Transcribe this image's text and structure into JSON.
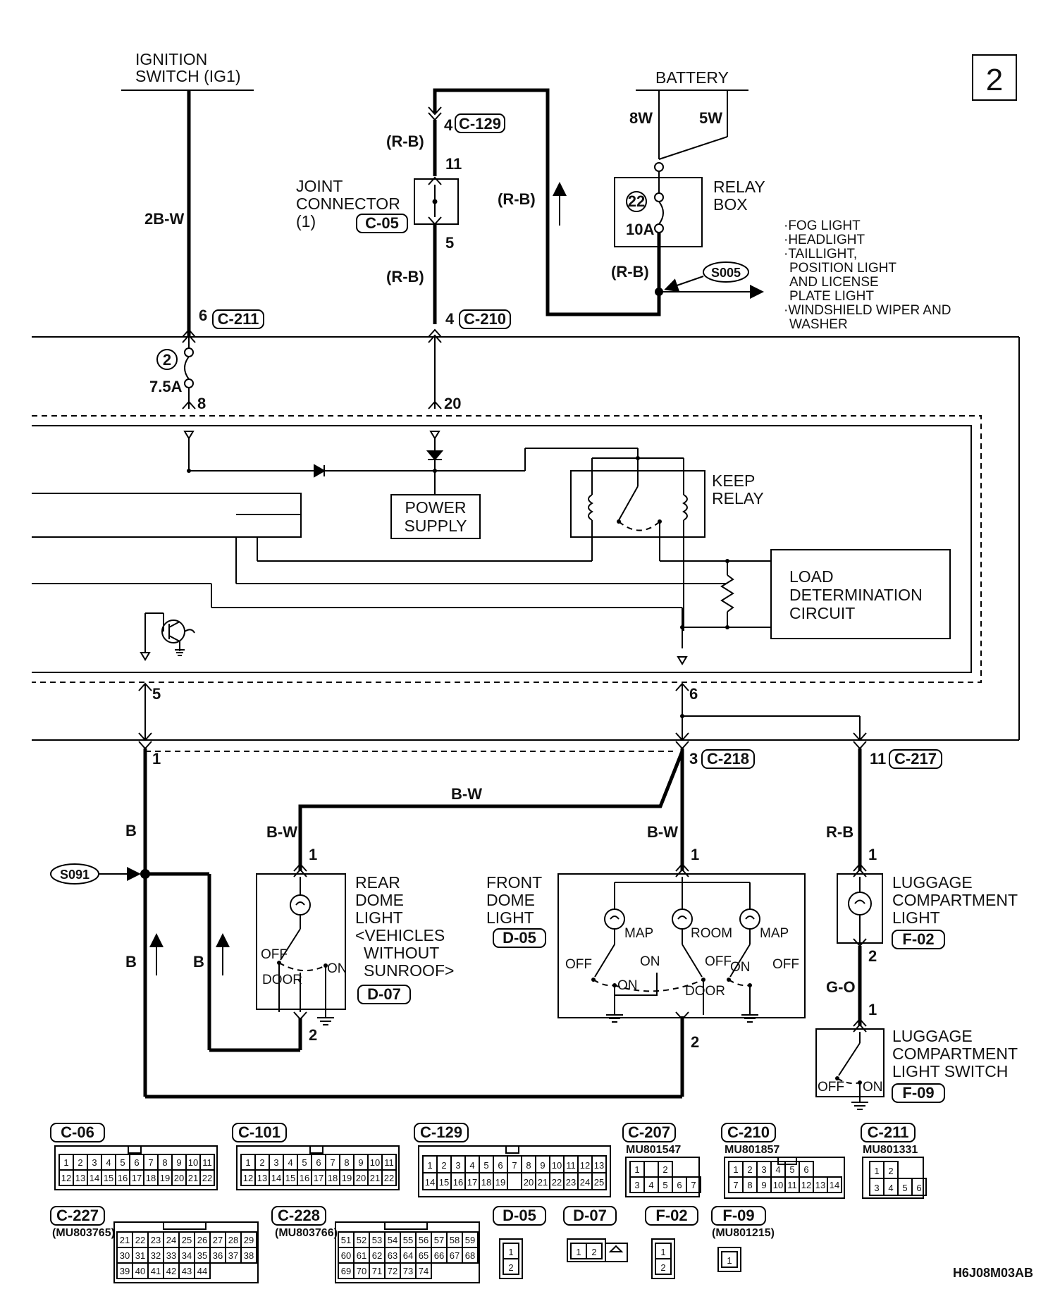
{
  "page_number": "2",
  "footer_code": "H6J08M03AB",
  "ignition": {
    "line1": "IGNITION",
    "line2": "SWITCH (IG1)",
    "wire": "2B-W"
  },
  "battery": {
    "label": "BATTERY",
    "wire_left": "8W",
    "wire_right": "5W"
  },
  "relay_box": {
    "line1": "RELAY",
    "line2": "BOX",
    "fuse_no": "22",
    "fuse_rating": "10A"
  },
  "joint_connector": {
    "line1": "JOINT",
    "line2": "CONNECTOR",
    "line3": "(1)",
    "code": "C-05"
  },
  "splices": {
    "s005": "S005",
    "s091": "S091"
  },
  "outputs": {
    "item1": "·FOG LIGHT",
    "item2": "·HEADLIGHT",
    "item3a": "·TAILLIGHT,",
    "item3b": "POSITION LIGHT",
    "item3c": "AND LICENSE",
    "item3d": "PLATE LIGHT",
    "item4a": "·WINDSHIELD WIPER AND",
    "item4b": "WASHER"
  },
  "wires": {
    "rb": "(R-B)",
    "b": "B",
    "bw": "B-W",
    "r_b": "R-B",
    "g_o": "G-O"
  },
  "pins": {
    "p4": "4",
    "p11": "11",
    "p5": "5",
    "p6": "6",
    "p8": "8",
    "p20": "20",
    "p1": "1",
    "p2": "2",
    "p3": "3"
  },
  "connectors": {
    "c129": "C-129",
    "c211": "C-211",
    "c210": "C-210",
    "c218": "C-218",
    "c217": "C-217"
  },
  "fuse2": {
    "no": "2",
    "rating": "7.5A"
  },
  "ecu": {
    "power_line1": "POWER",
    "power_line2": "SUPPLY",
    "keep_line1": "KEEP",
    "keep_line2": "RELAY",
    "load_line1": "LOAD",
    "load_line2": "DETERMINATION",
    "load_line3": "CIRCUIT"
  },
  "rear_dome": {
    "line1": "REAR",
    "line2": "DOME",
    "line3": "LIGHT",
    "line4": "<VEHICLES",
    "line5": "WITHOUT",
    "line6": "SUNROOF>",
    "code": "D-07",
    "off": "OFF",
    "door": "DOOR",
    "on": "ON"
  },
  "front_dome": {
    "line1": "FRONT",
    "line2": "DOME",
    "line3": "LIGHT",
    "code": "D-05",
    "map": "MAP",
    "room": "ROOM",
    "off": "OFF",
    "on": "ON",
    "door": "DOOR"
  },
  "luggage_light": {
    "line1": "LUGGAGE",
    "line2": "COMPARTMENT",
    "line3": "LIGHT",
    "code": "F-02"
  },
  "luggage_switch": {
    "line1": "LUGGAGE",
    "line2": "COMPARTMENT",
    "line3": "LIGHT SWITCH",
    "code": "F-09",
    "off": "OFF",
    "on": "ON"
  },
  "connector_views": {
    "c06": {
      "code": "C-06",
      "row1": [
        "1",
        "2",
        "3",
        "4",
        "5",
        "6",
        "7",
        "8",
        "9",
        "10",
        "11"
      ],
      "row2": [
        "12",
        "13",
        "14",
        "15",
        "16",
        "17",
        "18",
        "19",
        "20",
        "21",
        "22"
      ]
    },
    "c101": {
      "code": "C-101",
      "row1": [
        "1",
        "2",
        "3",
        "4",
        "5",
        "6",
        "7",
        "8",
        "9",
        "10",
        "11"
      ],
      "row2": [
        "12",
        "13",
        "14",
        "15",
        "16",
        "17",
        "18",
        "19",
        "20",
        "21",
        "22"
      ]
    },
    "c129": {
      "code": "C-129",
      "row1": [
        "1",
        "2",
        "3",
        "4",
        "5",
        "6",
        "7",
        "8",
        "9",
        "10",
        "11",
        "12",
        "13"
      ],
      "row2": [
        "14",
        "15",
        "16",
        "17",
        "18",
        "19",
        "",
        "20",
        "21",
        "22",
        "23",
        "24",
        "25"
      ]
    },
    "c207": {
      "code": "C-207",
      "part": "MU801547",
      "row1": [
        "1",
        "",
        "2"
      ],
      "row2": [
        "3",
        "4",
        "5",
        "6",
        "7"
      ]
    },
    "c210": {
      "code": "C-210",
      "part": "MU801857",
      "row1": [
        "1",
        "2",
        "3",
        "4",
        "5",
        "6"
      ],
      "row2": [
        "7",
        "8",
        "9",
        "10",
        "11",
        "12",
        "13",
        "14"
      ]
    },
    "c211": {
      "code": "C-211",
      "part": "MU801331",
      "row1": [
        "1",
        "2"
      ],
      "row2": [
        "3",
        "4",
        "5",
        "6"
      ]
    },
    "c227": {
      "code": "C-227",
      "part": "(MU803765)",
      "row1": [
        "21",
        "22",
        "23",
        "24",
        "25",
        "26",
        "27",
        "28",
        "29"
      ],
      "row2": [
        "30",
        "31",
        "32",
        "33",
        "34",
        "35",
        "36",
        "37",
        "38"
      ],
      "row3": [
        "39",
        "40",
        "41",
        "42",
        "43",
        "44"
      ]
    },
    "c228": {
      "code": "C-228",
      "part": "(MU803766)",
      "row1": [
        "51",
        "52",
        "53",
        "54",
        "55",
        "56",
        "57",
        "58",
        "59"
      ],
      "row2": [
        "60",
        "61",
        "62",
        "63",
        "64",
        "65",
        "66",
        "67",
        "68"
      ],
      "row3": [
        "69",
        "70",
        "71",
        "72",
        "73",
        "74"
      ]
    },
    "d05": {
      "code": "D-05",
      "pins": [
        "1",
        "2"
      ]
    },
    "d07": {
      "code": "D-07",
      "pins": [
        "1",
        "2"
      ]
    },
    "f02": {
      "code": "F-02",
      "pins": [
        "1",
        "2"
      ]
    },
    "f09": {
      "code": "F-09",
      "part": "(MU801215)",
      "pins": [
        "1"
      ]
    }
  }
}
